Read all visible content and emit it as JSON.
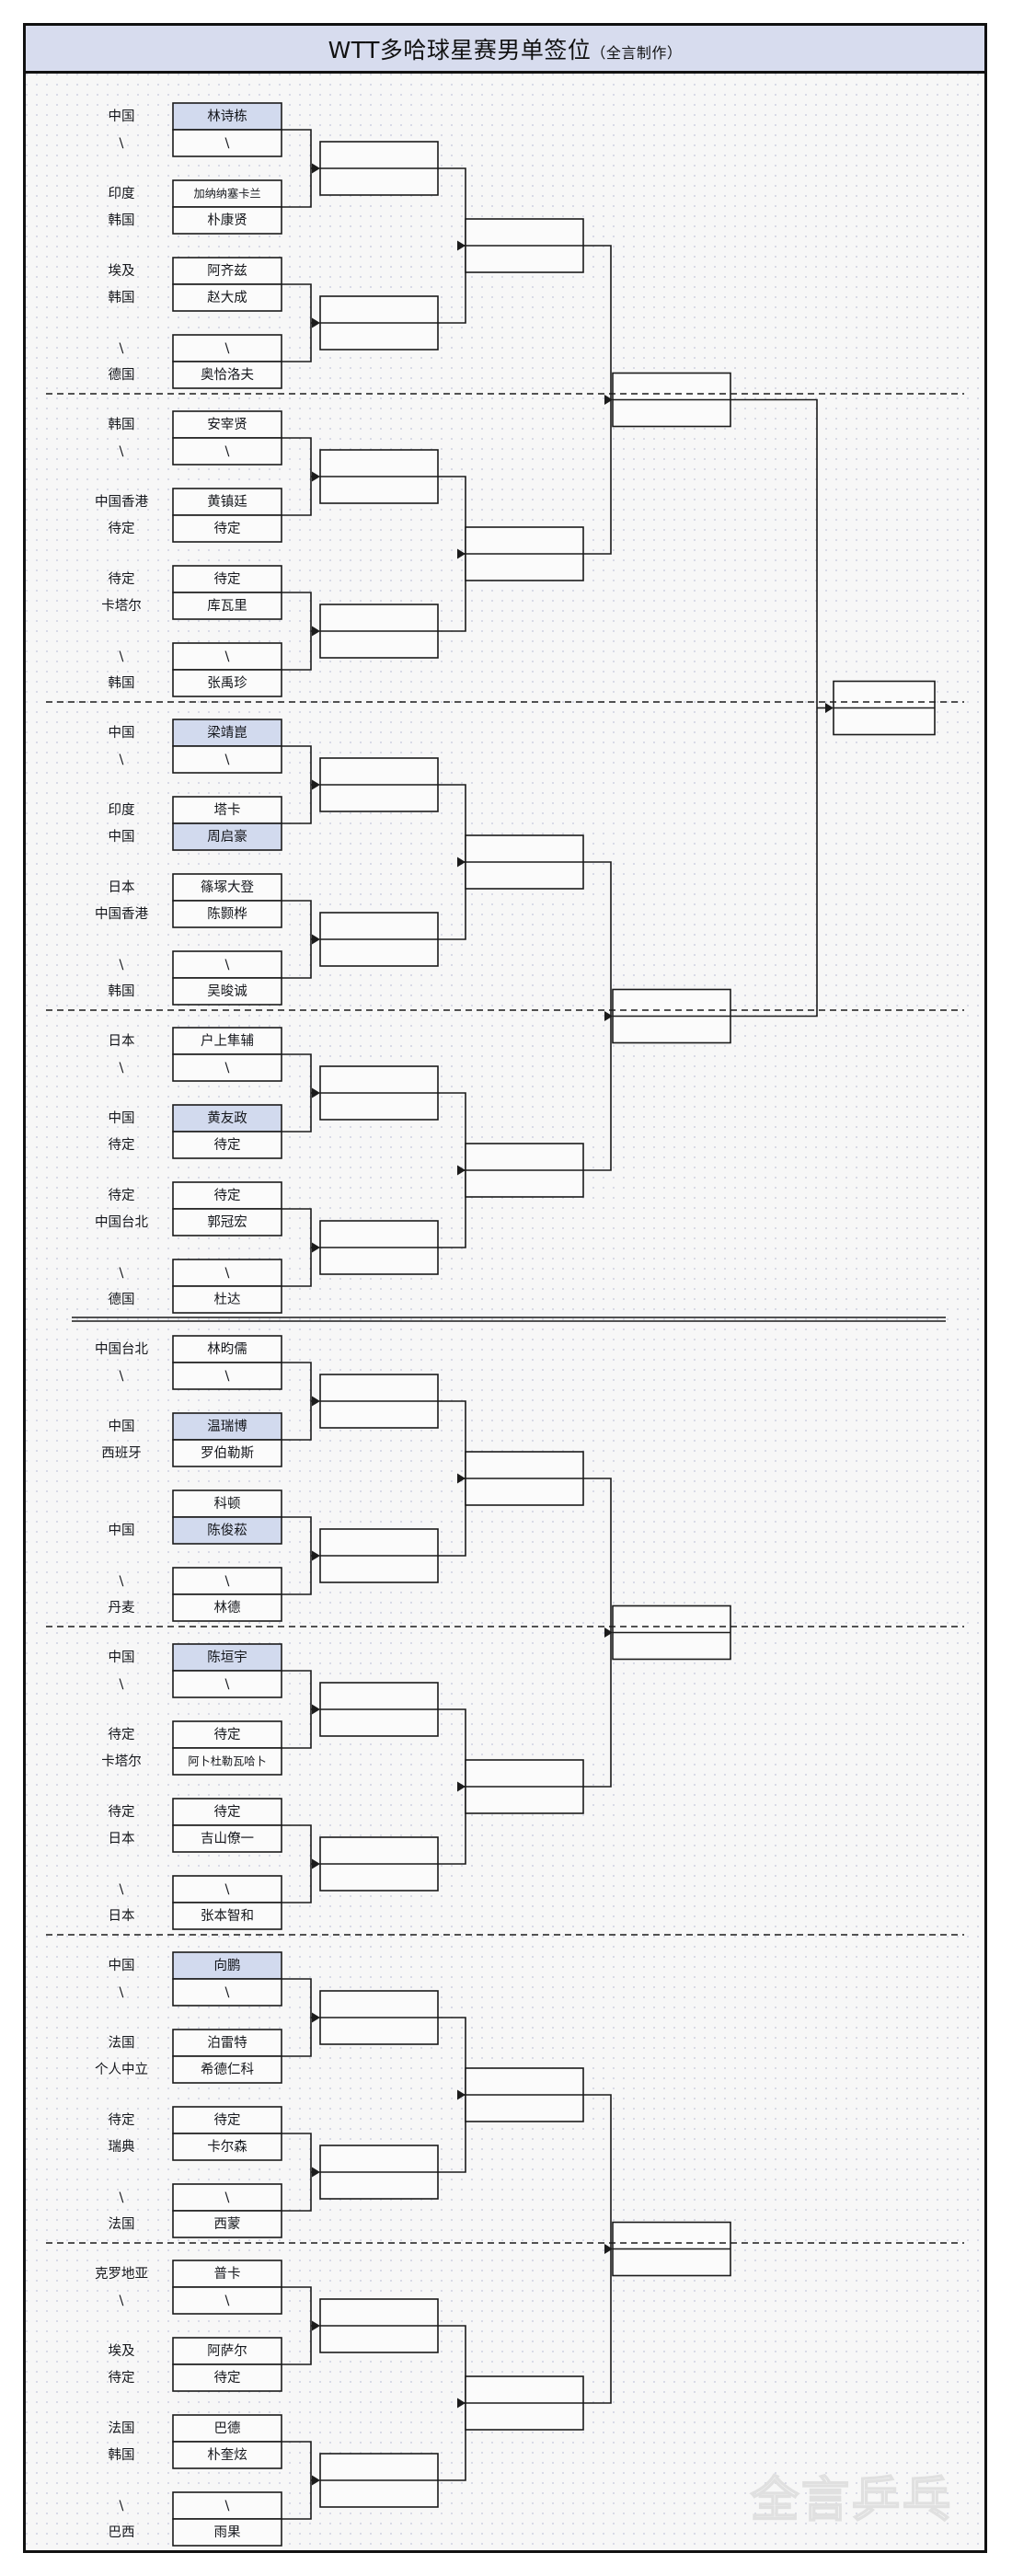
{
  "header": {
    "title_main": "WTT多哈球星赛男单签位",
    "title_sub": "（全言制作）"
  },
  "watermark": "全言乒乓",
  "colors": {
    "header_bg": "#d7dcee",
    "highlight": "#d2daee",
    "frame_border": "#111111",
    "box_border": "#1b1b1b",
    "canvas_bg": "#f7f7f7"
  },
  "bracket": {
    "sections": [
      {
        "id": "s1",
        "slots": [
          {
            "country": "中国",
            "name": "林诗栋",
            "highlight": true
          },
          {
            "country": "\\",
            "name": "\\",
            "highlight": false
          },
          {
            "country": "印度",
            "name": "加纳纳塞卡兰",
            "highlight": false
          },
          {
            "country": "韩国",
            "name": "朴康贤",
            "highlight": false
          },
          {
            "country": "埃及",
            "name": "阿齐兹",
            "highlight": false
          },
          {
            "country": "韩国",
            "name": "赵大成",
            "highlight": false
          },
          {
            "country": "\\",
            "name": "\\",
            "highlight": false
          },
          {
            "country": "德国",
            "name": "奥恰洛夫",
            "highlight": false
          }
        ]
      },
      {
        "id": "s2",
        "slots": [
          {
            "country": "韩国",
            "name": "安宰贤",
            "highlight": false
          },
          {
            "country": "\\",
            "name": "\\",
            "highlight": false
          },
          {
            "country": "中国香港",
            "name": "黄镇廷",
            "highlight": false
          },
          {
            "country": "待定",
            "name": "待定",
            "highlight": false
          },
          {
            "country": "待定",
            "name": "待定",
            "highlight": false
          },
          {
            "country": "卡塔尔",
            "name": "库瓦里",
            "highlight": false
          },
          {
            "country": "\\",
            "name": "\\",
            "highlight": false
          },
          {
            "country": "韩国",
            "name": "张禹珍",
            "highlight": false
          }
        ]
      },
      {
        "id": "s3",
        "slots": [
          {
            "country": "中国",
            "name": "梁靖崑",
            "highlight": true
          },
          {
            "country": "\\",
            "name": "\\",
            "highlight": false
          },
          {
            "country": "印度",
            "name": "塔卡",
            "highlight": false
          },
          {
            "country": "中国",
            "name": "周启豪",
            "highlight": true
          },
          {
            "country": "日本",
            "name": "篠塚大登",
            "highlight": false
          },
          {
            "country": "中国香港",
            "name": "陈颢桦",
            "highlight": false
          },
          {
            "country": "\\",
            "name": "\\",
            "highlight": false
          },
          {
            "country": "韩国",
            "name": "吴晙诚",
            "highlight": false
          }
        ]
      },
      {
        "id": "s4",
        "slots": [
          {
            "country": "日本",
            "name": "户上隼辅",
            "highlight": false
          },
          {
            "country": "\\",
            "name": "\\",
            "highlight": false
          },
          {
            "country": "中国",
            "name": "黄友政",
            "highlight": true
          },
          {
            "country": "待定",
            "name": "待定",
            "highlight": false
          },
          {
            "country": "待定",
            "name": "待定",
            "highlight": false
          },
          {
            "country": "中国台北",
            "name": "郭冠宏",
            "highlight": false
          },
          {
            "country": "\\",
            "name": "\\",
            "highlight": false
          },
          {
            "country": "德国",
            "name": "杜达",
            "highlight": false
          }
        ]
      },
      {
        "id": "s5",
        "slots": [
          {
            "country": "中国台北",
            "name": "林昀儒",
            "highlight": false
          },
          {
            "country": "\\",
            "name": "\\",
            "highlight": false
          },
          {
            "country": "中国",
            "name": "温瑞博",
            "highlight": true
          },
          {
            "country": "西班牙",
            "name": "罗伯勒斯",
            "highlight": false
          },
          {
            "country": "",
            "name": "科顿",
            "highlight": false
          },
          {
            "country": "中国",
            "name": "陈俊菘",
            "highlight": true
          },
          {
            "country": "\\",
            "name": "\\",
            "highlight": false
          },
          {
            "country": "丹麦",
            "name": "林德",
            "highlight": false
          }
        ]
      },
      {
        "id": "s6",
        "slots": [
          {
            "country": "中国",
            "name": "陈垣宇",
            "highlight": true
          },
          {
            "country": "\\",
            "name": "\\",
            "highlight": false
          },
          {
            "country": "待定",
            "name": "待定",
            "highlight": false
          },
          {
            "country": "卡塔尔",
            "name": "阿卜杜勒瓦哈卜",
            "highlight": false
          },
          {
            "country": "待定",
            "name": "待定",
            "highlight": false
          },
          {
            "country": "日本",
            "name": "吉山僚一",
            "highlight": false
          },
          {
            "country": "\\",
            "name": "\\",
            "highlight": false
          },
          {
            "country": "日本",
            "name": "张本智和",
            "highlight": false
          }
        ]
      },
      {
        "id": "s7",
        "slots": [
          {
            "country": "中国",
            "name": "向鹏",
            "highlight": true
          },
          {
            "country": "\\",
            "name": "\\",
            "highlight": false
          },
          {
            "country": "法国",
            "name": "泊雷特",
            "highlight": false
          },
          {
            "country": "个人中立",
            "name": "希德仁科",
            "highlight": false
          },
          {
            "country": "待定",
            "name": "待定",
            "highlight": false
          },
          {
            "country": "瑞典",
            "name": "卡尔森",
            "highlight": false
          },
          {
            "country": "\\",
            "name": "\\",
            "highlight": false
          },
          {
            "country": "法国",
            "name": "西蒙",
            "highlight": false
          }
        ]
      },
      {
        "id": "s8",
        "slots": [
          {
            "country": "克罗地亚",
            "name": "普卡",
            "highlight": false
          },
          {
            "country": "\\",
            "name": "\\",
            "highlight": false
          },
          {
            "country": "埃及",
            "name": "阿萨尔",
            "highlight": false
          },
          {
            "country": "待定",
            "name": "待定",
            "highlight": false
          },
          {
            "country": "法国",
            "name": "巴德",
            "highlight": false
          },
          {
            "country": "韩国",
            "name": "朴奎炫",
            "highlight": false
          },
          {
            "country": "\\",
            "name": "\\",
            "highlight": false
          },
          {
            "country": "巴西",
            "name": "雨果",
            "highlight": false
          }
        ]
      }
    ],
    "round2_labels": [
      "",
      "",
      "",
      "",
      "",
      "",
      "",
      "",
      "",
      "",
      "",
      "",
      "",
      "",
      ""
    ],
    "round3_labels": [
      "",
      "",
      "",
      "",
      "",
      "",
      ""
    ],
    "round4_labels": [
      "",
      "",
      ""
    ],
    "final_label": ""
  }
}
